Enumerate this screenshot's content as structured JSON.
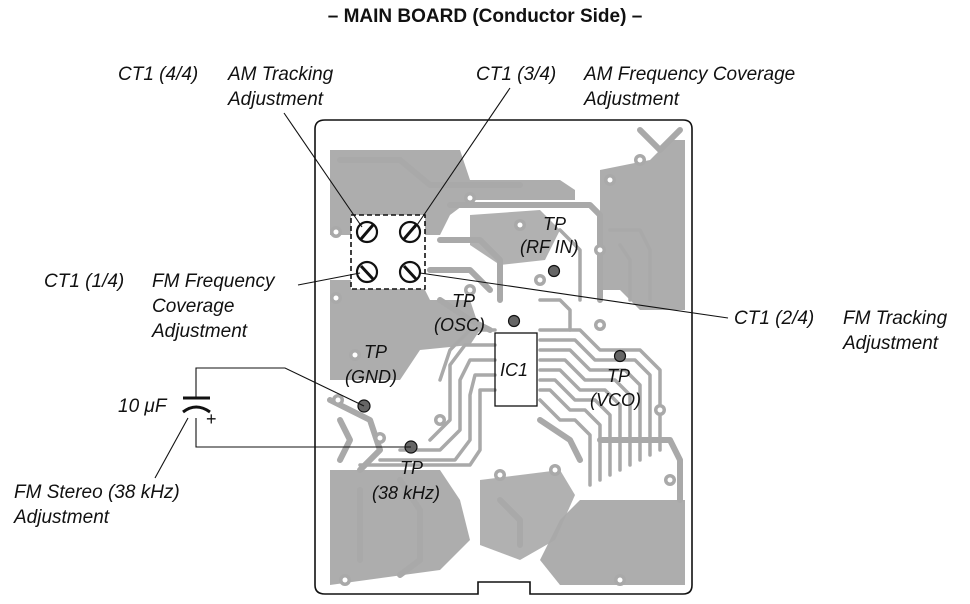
{
  "title": "– MAIN BOARD (Conductor Side) –",
  "labels": {
    "ct1_4": "CT1 (4/4)",
    "am_tracking_1": "AM Tracking",
    "am_tracking_2": "Adjustment",
    "ct1_3": "CT1 (3/4)",
    "am_freq_1": "AM Frequency Coverage",
    "am_freq_2": "Adjustment",
    "ct1_1": "CT1 (1/4)",
    "fm_freq_1": "FM Frequency",
    "fm_freq_2": "Coverage",
    "fm_freq_3": "Adjustment",
    "ct1_2": "CT1 (2/4)",
    "fm_tracking_1": "FM Tracking",
    "fm_tracking_2": "Adjustment",
    "cap_value": "10 μF",
    "cap_plus": "+",
    "fm_stereo_1": "FM Stereo (38 kHz)",
    "fm_stereo_2": "Adjustment",
    "ic1": "IC1"
  },
  "test_points": {
    "rf_in_1": "TP",
    "rf_in_2": "(RF IN)",
    "osc_1": "TP",
    "osc_2": "(OSC)",
    "gnd_1": "TP",
    "gnd_2": "(GND)",
    "vco_1": "TP",
    "vco_2": "(VCO)",
    "k38_1": "TP",
    "k38_2": "(38 kHz)"
  }
}
